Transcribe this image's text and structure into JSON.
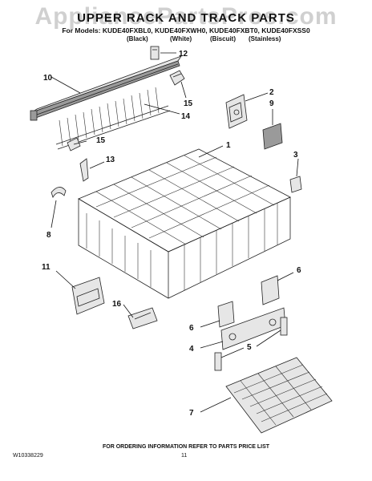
{
  "watermark": "AppliancePartsPros.com",
  "title": "UPPER RACK AND TRACK PARTS",
  "models_line": "For Models: KUDE40FXBL0, KUDE40FXWH0, KUDE40FXBT0, KUDE40FXSS0",
  "finishes": [
    "(Black)",
    "(White)",
    "(Biscuit)",
    "(Stainless)"
  ],
  "callouts": [
    "12",
    "10",
    "2",
    "9",
    "15",
    "14",
    "15",
    "1",
    "13",
    "3",
    "8",
    "11",
    "6",
    "16",
    "6",
    "4",
    "5",
    "7"
  ],
  "footer_note": "FOR ORDERING INFORMATION REFER TO PARTS PRICE LIST",
  "doc_number": "W10338229",
  "page_number": "11"
}
